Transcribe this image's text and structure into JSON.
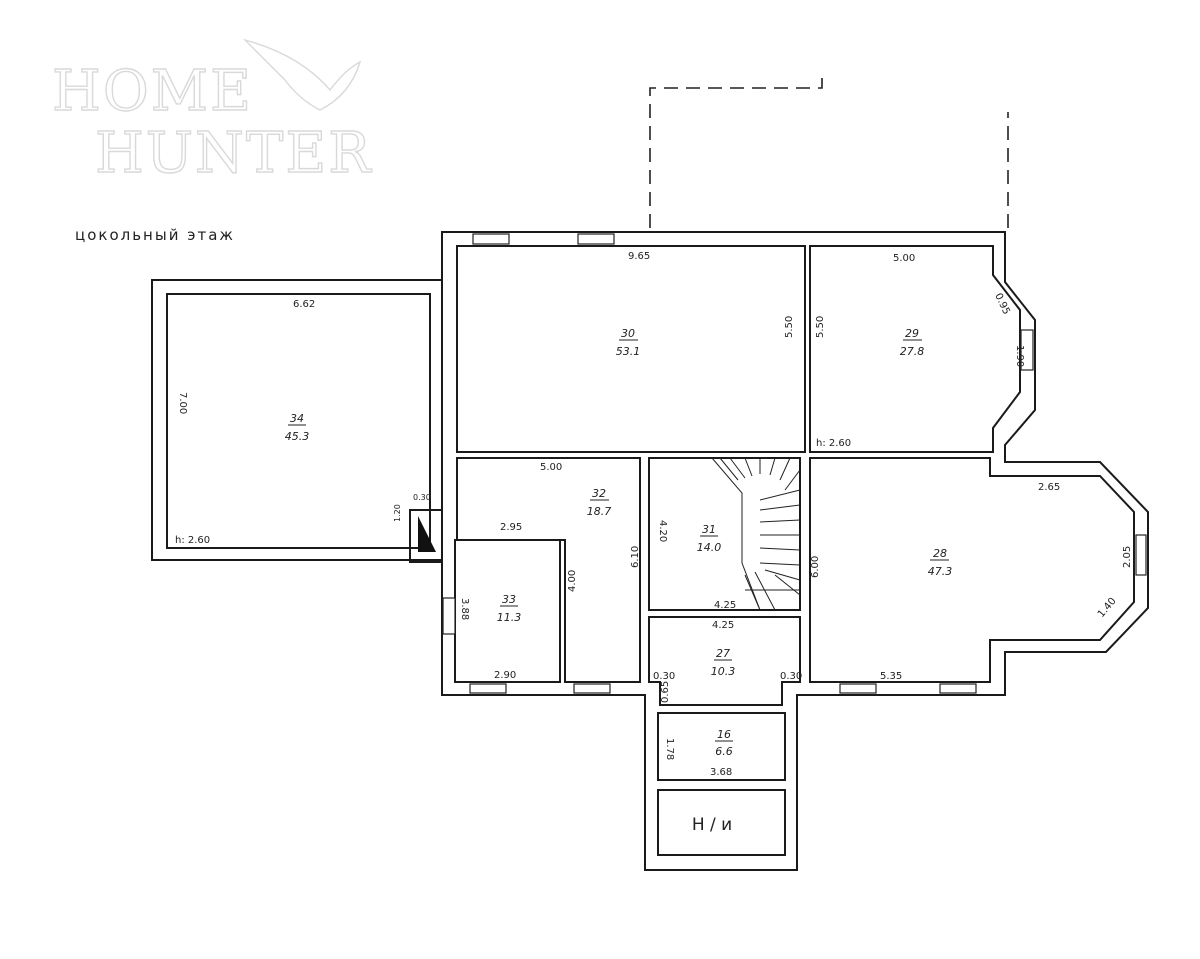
{
  "logo": {
    "line1": "HOME",
    "line2": "HUNTER"
  },
  "title": "цокольный этаж",
  "rooms": [
    {
      "number": "34",
      "area": "45.3"
    },
    {
      "number": "30",
      "area": "53.1"
    },
    {
      "number": "29",
      "area": "27.8"
    },
    {
      "number": "32",
      "area": "18.7"
    },
    {
      "number": "33",
      "area": "11.3"
    },
    {
      "number": "31",
      "area": "14.0"
    },
    {
      "number": "28",
      "area": "47.3"
    },
    {
      "number": "27",
      "area": "10.3"
    },
    {
      "number": "16",
      "area": "6.6"
    }
  ],
  "unheated_label": "Н / и",
  "heights": {
    "room34": "h: 2.60",
    "room29": "h: 2.60"
  },
  "dimensions": {
    "r34_width": "6.62",
    "r34_height": "7.00",
    "r30_width": "9.65",
    "r30_height": "5.50",
    "r29_width": "5.00",
    "r29_height": "5.50",
    "r29_diag": "0.95",
    "r29_bay": "1.90",
    "r32_width": "5.00",
    "r32_height": "6.10",
    "r32_inner": "4.00",
    "r32_step": "2.95",
    "r33_width": "2.90",
    "r33_height": "3.88",
    "r31_width": "4.25",
    "r31_height": "4.20",
    "r27_width": "4.25",
    "r27_left": "0.30",
    "r27_right": "0.30",
    "r27_step": "0.65",
    "r28_top": "2.65",
    "r28_bottom": "5.35",
    "r28_height": "6.00",
    "r28_bay": "2.05",
    "r28_diag": "1.40",
    "r16_width": "3.68",
    "r16_height": "1.78",
    "vent_w": "0.30",
    "vent_h": "1.20"
  }
}
